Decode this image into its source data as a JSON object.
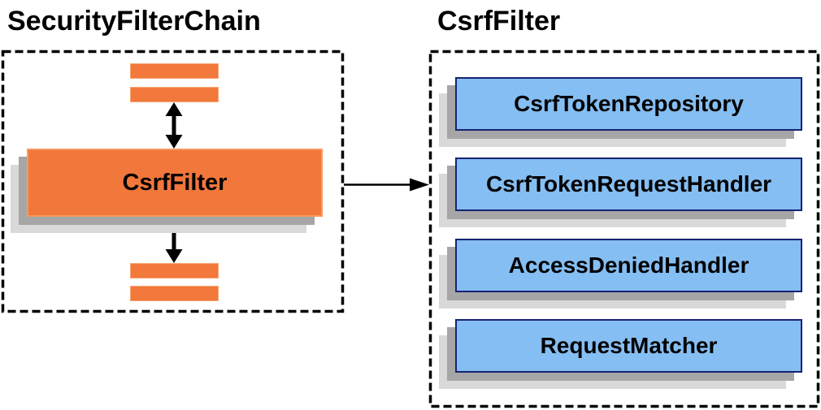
{
  "diagram": {
    "left_group": {
      "title": "SecurityFilterChain",
      "filter_node_label": "CsrfFilter"
    },
    "right_group": {
      "title": "CsrfFilter",
      "components": [
        "CsrfTokenRepository",
        "CsrfTokenRequestHandler",
        "AccessDeniedHandler",
        "RequestMatcher"
      ]
    },
    "colors": {
      "orange_fill": "#f2773b",
      "orange_border": "#f69a5e",
      "blue_fill": "#85bef2",
      "blue_border": "#152373",
      "shadow_gray": "#a6a6a6",
      "shadow_light_gray": "#d9d9d9",
      "arrow_color": "#000000",
      "frame_dash_color": "#000000",
      "background": "#ffffff"
    }
  }
}
